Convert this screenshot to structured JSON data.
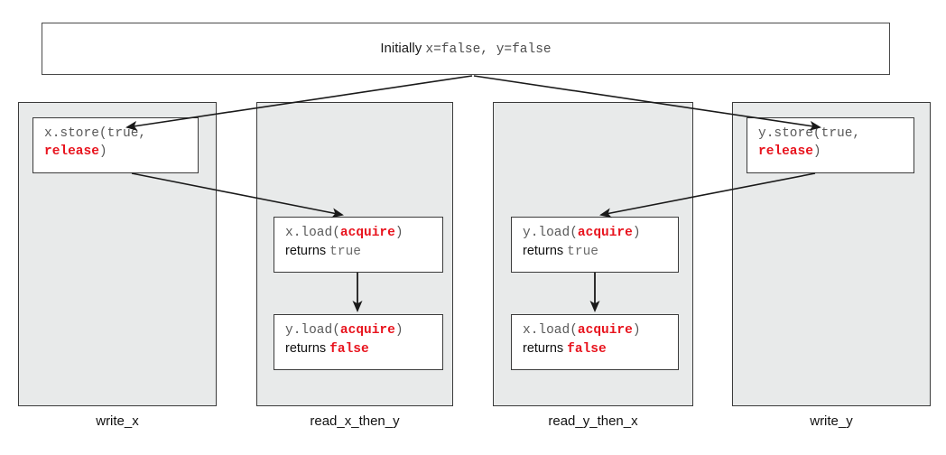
{
  "diagram": {
    "title_box": {
      "prefix": "Initially ",
      "code": "x=false, y=false"
    },
    "colors": {
      "keyword_red": "#e8141e",
      "thread_fill": "#e8eaea",
      "box_border": "#3b3b3b",
      "code_gray": "#595959",
      "text_black": "#111111"
    },
    "threads": [
      {
        "label": "write_x",
        "ops": [
          {
            "id": "x-store",
            "line1": {
              "pre": "x.store(true,",
              "kw": "",
              "post": ""
            },
            "line2": {
              "pre": "",
              "kw": "release",
              "post": ")"
            },
            "returns_label": "",
            "returns_value": ""
          }
        ]
      },
      {
        "label": "read_x_then_y",
        "ops": [
          {
            "id": "x-load-true",
            "line1": {
              "pre": "x.load(",
              "kw": "acquire",
              "post": ")"
            },
            "returns_label": "returns ",
            "returns_value": "true",
            "returns_value_red": false
          },
          {
            "id": "y-load-false",
            "line1": {
              "pre": "y.load(",
              "kw": "acquire",
              "post": ")"
            },
            "returns_label": "returns ",
            "returns_value": "false",
            "returns_value_red": true
          }
        ]
      },
      {
        "label": "read_y_then_x",
        "ops": [
          {
            "id": "y-load-true",
            "line1": {
              "pre": "y.load(",
              "kw": "acquire",
              "post": ")"
            },
            "returns_label": "returns ",
            "returns_value": "true",
            "returns_value_red": false
          },
          {
            "id": "x-load-false",
            "line1": {
              "pre": "x.load(",
              "kw": "acquire",
              "post": ")"
            },
            "returns_label": "returns ",
            "returns_value": "false",
            "returns_value_red": true
          }
        ]
      },
      {
        "label": "write_y",
        "ops": [
          {
            "id": "y-store",
            "line1": {
              "pre": "y.store(true,",
              "kw": "",
              "post": ""
            },
            "line2": {
              "pre": "",
              "kw": "release",
              "post": ")"
            },
            "returns_label": "",
            "returns_value": ""
          }
        ]
      }
    ]
  }
}
